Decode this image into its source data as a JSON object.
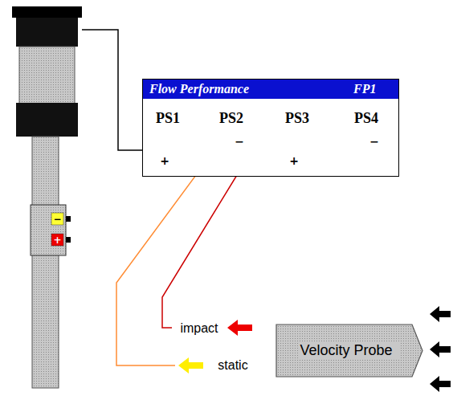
{
  "diagram": {
    "nodes": [
      {
        "text": [
          "Flow Performance",
          "FP1"
        ]
      },
      {
        "text": [
          "Velocity Probe"
        ]
      }
    ],
    "labels": [
      "PS1",
      "PS2",
      "PS3",
      "PS4",
      "−",
      "−",
      "−",
      "−",
      "+",
      "+",
      "+",
      "+",
      "−",
      "+",
      "impact",
      "static"
    ]
  }
}
